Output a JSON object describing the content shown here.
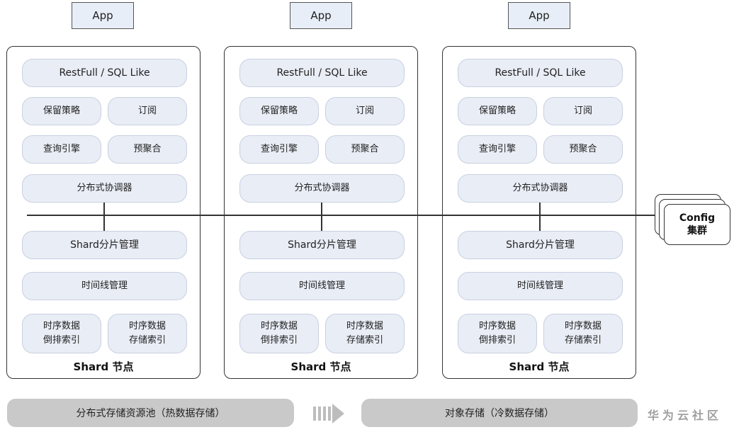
{
  "apps": [
    "App",
    "App",
    "App"
  ],
  "nodes": [
    {
      "api": "RestFull / SQL Like",
      "retention": "保留策略",
      "subscribe": "订阅",
      "query_engine": "查询引擎",
      "pre_aggregation": "预聚合",
      "coordinator": "分布式协调器",
      "shard_management": "Shard分片管理",
      "timeline_management": "时间线管理",
      "inverted_index_line1": "时序数据",
      "inverted_index_line2": "倒排索引",
      "storage_index_line1": "时序数据",
      "storage_index_line2": "存储索引",
      "title": "Shard 节点"
    },
    {
      "api": "RestFull / SQL Like",
      "retention": "保留策略",
      "subscribe": "订阅",
      "query_engine": "查询引擎",
      "pre_aggregation": "预聚合",
      "coordinator": "分布式协调器",
      "shard_management": "Shard分片管理",
      "timeline_management": "时间线管理",
      "inverted_index_line1": "时序数据",
      "inverted_index_line2": "倒排索引",
      "storage_index_line1": "时序数据",
      "storage_index_line2": "存储索引",
      "title": "Shard 节点"
    },
    {
      "api": "RestFull / SQL Like",
      "retention": "保留策略",
      "subscribe": "订阅",
      "query_engine": "查询引擎",
      "pre_aggregation": "预聚合",
      "coordinator": "分布式协调器",
      "shard_management": "Shard分片管理",
      "timeline_management": "时间线管理",
      "inverted_index_line1": "时序数据",
      "inverted_index_line2": "倒排索引",
      "storage_index_line1": "时序数据",
      "storage_index_line2": "存储索引",
      "title": "Shard 节点"
    }
  ],
  "config_cluster": {
    "line1": "Config",
    "line2": "集群"
  },
  "hot_storage": "分布式存储资源池（热数据存储）",
  "cold_storage": "对象存储（冷数据存储）",
  "watermark": "华为云社区"
}
